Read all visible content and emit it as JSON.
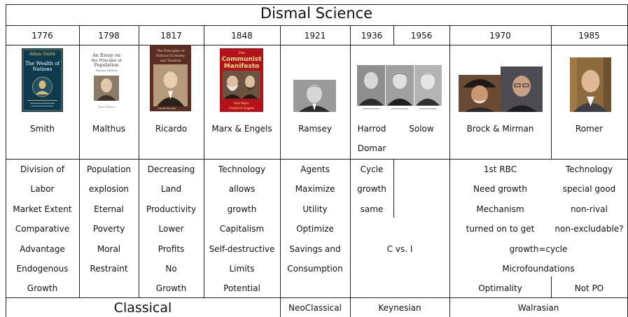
{
  "title": "Dismal Science",
  "years": [
    "1776",
    "1798",
    "1817",
    "1848",
    "1921",
    "1936",
    "1956",
    "1970",
    "1985"
  ],
  "books": {
    "smith": {
      "author": "Adam Smith",
      "line1": "The Wealth of",
      "line2": "Nations"
    },
    "malthus": {
      "line1": "An Essay on",
      "line2": "the Principle of",
      "line3": "Population",
      "author": "Thomas Malthus",
      "edition": "New Edition"
    },
    "ricardo": {
      "line1": "The Principles of",
      "line2": "Political Economy",
      "line3": "and Taxation",
      "author": "David Ricardo"
    },
    "manifesto": {
      "the": "The",
      "line1": "Communist",
      "line2": "Manifesto",
      "authors1": "Karl Marx",
      "authors2": "Friedrich Engels"
    }
  },
  "names": {
    "smith": "Smith",
    "malthus": "Malthus",
    "ricardo": "Ricardo",
    "marx": "Marx & Engels",
    "ramsey": "Ramsey",
    "harrod": "Harrod",
    "domar": "Domar",
    "solow": "Solow",
    "brock": "Brock & Mirman",
    "romer": "Romer"
  },
  "ideas": {
    "smith": [
      "Division of",
      "Labor",
      "Market Extent",
      "Comparative",
      "Advantage",
      "Endogenous",
      "Growth"
    ],
    "malthus": [
      "Population",
      "explosion",
      "Eternal",
      "Poverty",
      "Moral",
      "Restraint"
    ],
    "ricardo": [
      "Decreasing",
      "Land",
      "Productivity",
      "Lower",
      "Profits",
      "No",
      "Growth"
    ],
    "marx": [
      "Technology",
      "allows",
      "growth",
      "Capitalism",
      "Self-destructive",
      "Limits",
      "Potential"
    ],
    "ramsey": [
      "Agents",
      "Maximize",
      "Utility",
      "Optimize",
      "Savings and",
      "Consumption"
    ],
    "harrod": [
      "Cycle",
      "growth",
      "same"
    ],
    "keynes_joint": "C vs. I",
    "brock": [
      "1st RBC",
      "Need growth",
      "Mechanism",
      "turned on to get"
    ],
    "romer": [
      "Technology",
      "special good",
      "non-rival",
      "non-excludable?"
    ],
    "walras_joint": [
      "growth=cycle",
      "Microfoundations"
    ],
    "brock_last": "Optimality",
    "romer_last": "Not PO"
  },
  "schools": {
    "classical": "Classical",
    "neoclassical": "NeoClassical",
    "keynesian": "Keynesian",
    "walrasian": "Walrasian"
  }
}
